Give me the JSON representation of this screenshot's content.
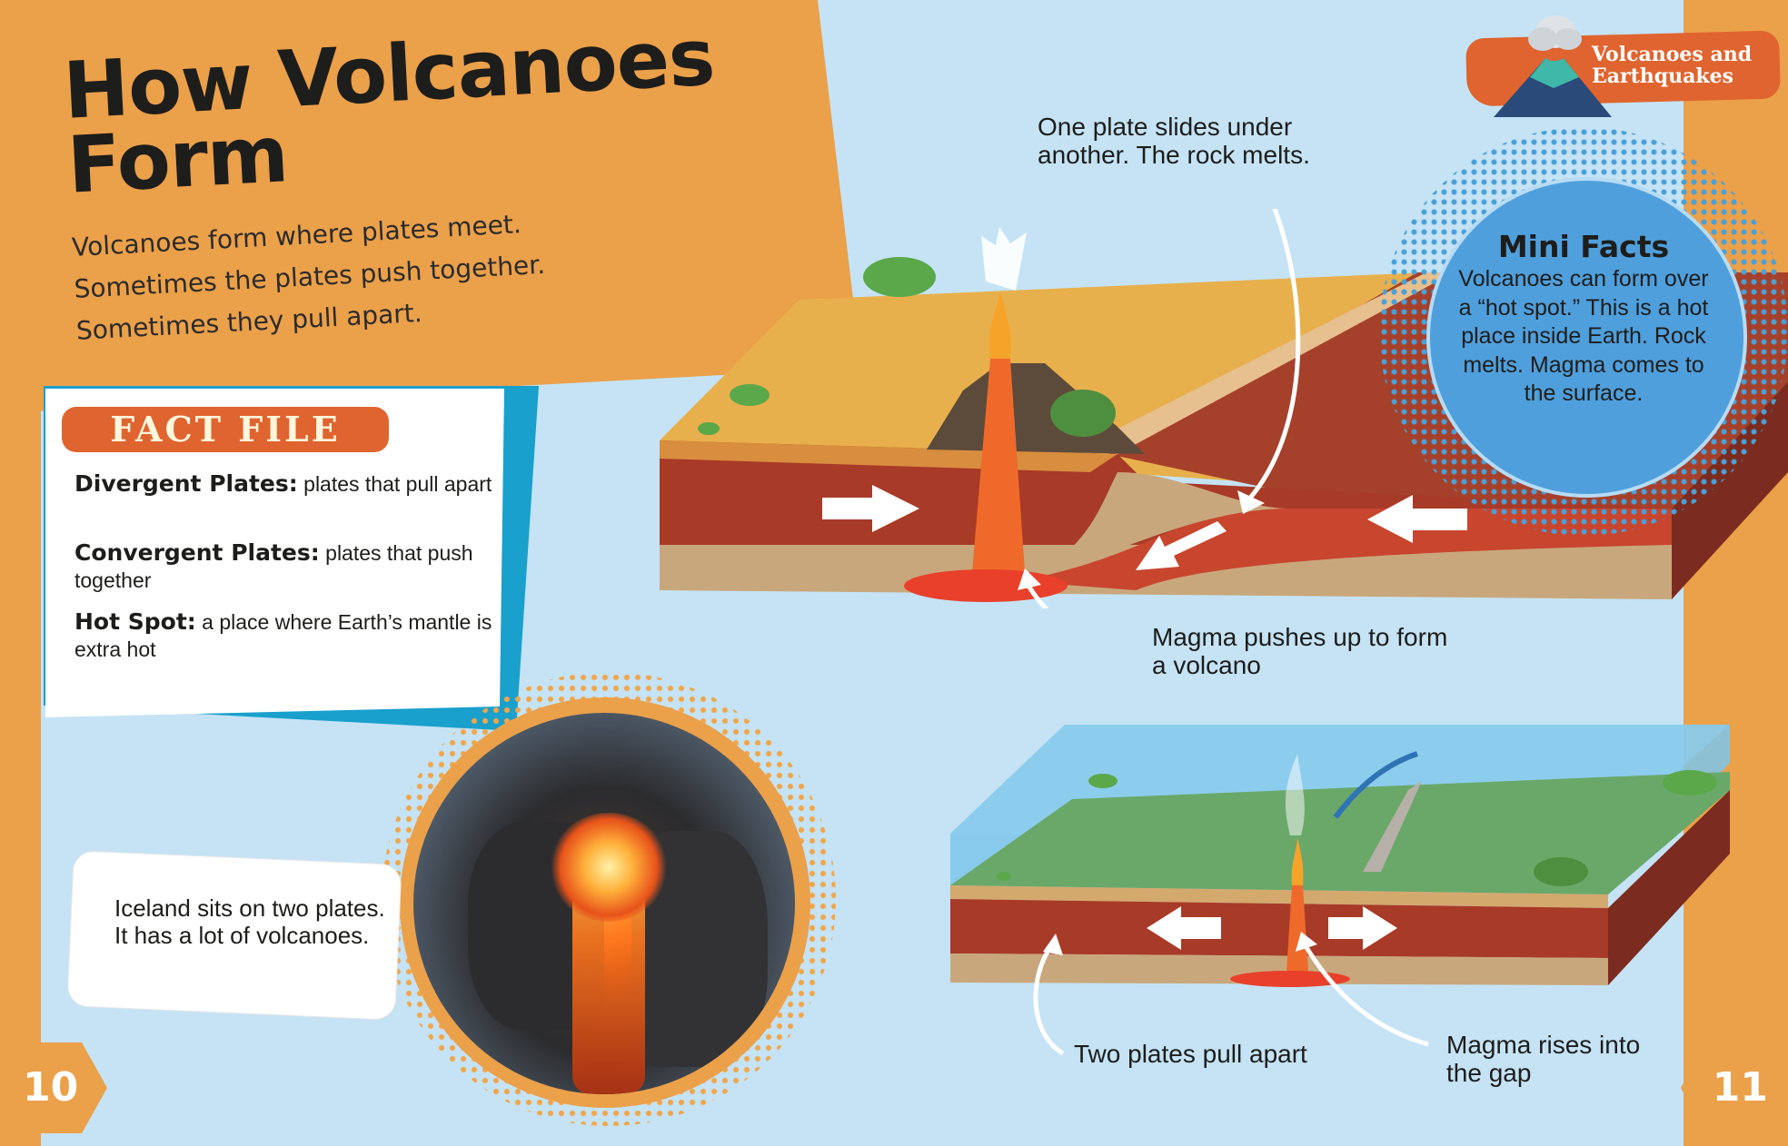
{
  "header": {
    "title_line1": "How Volcanoes",
    "title_line2": "Form",
    "intro": [
      "Volcanoes form where plates meet.",
      "Sometimes the plates push together.",
      "Sometimes they pull apart."
    ]
  },
  "fact_file": {
    "label": "FACT FILE",
    "items": [
      {
        "term": "Divergent Plates:",
        "definition": " plates that pull apart"
      },
      {
        "term": "Convergent Plates:",
        "definition": " plates that push together"
      },
      {
        "term": "Hot Spot:",
        "definition": " a place where Earth’s mantle is extra hot"
      }
    ]
  },
  "photo_caption": "Iceland sits on two plates. It has a lot of volcanoes.",
  "series_tag": {
    "line1": "Volcanoes and",
    "line2": "Earthquakes"
  },
  "diagram_top": {
    "label_subduction": "One plate slides under another. The rock melts.",
    "label_magma": "Magma pushes up to form a volcano"
  },
  "mini_facts": {
    "title": "Mini Facts",
    "text": "Volcanoes can form over a “hot spot.” This is a hot place inside Earth. Rock melts. Magma comes to the surface."
  },
  "diagram_bottom": {
    "label_pull": "Two plates pull apart",
    "label_rises": "Magma rises into the gap"
  },
  "page_numbers": {
    "left": "10",
    "right": "11"
  },
  "colors": {
    "page_bg": "#c5e3f5",
    "orange": "#eba04a",
    "accent_red": "#e0642f",
    "blue_border": "#19a0cc",
    "mini_circle": "#4f9fdc"
  }
}
